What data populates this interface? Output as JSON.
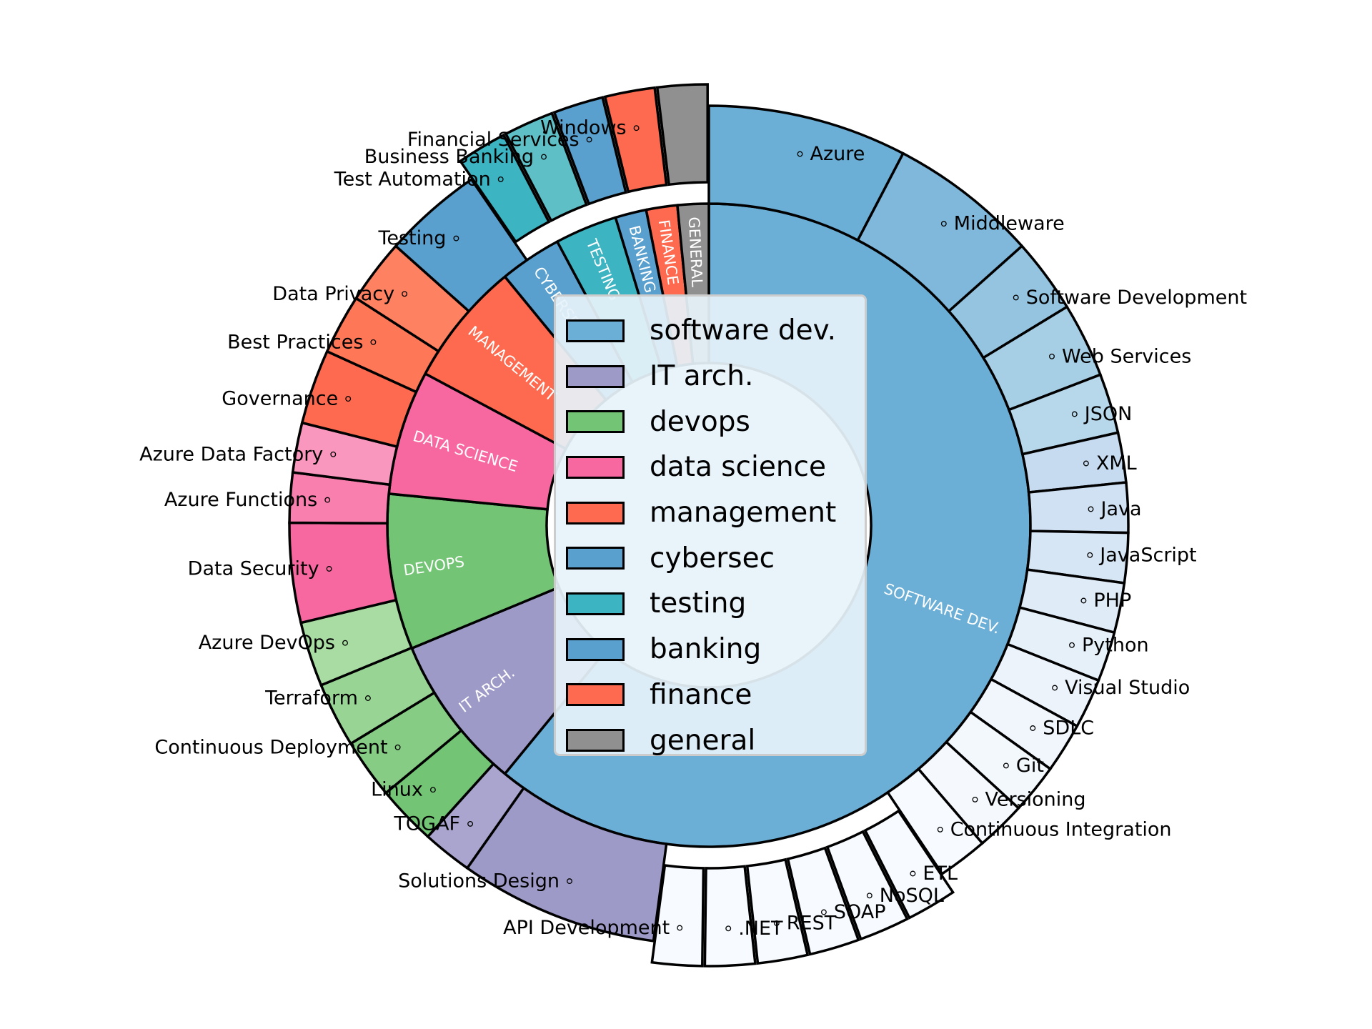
{
  "chart_data": {
    "type": "pie",
    "title": "",
    "start_angle_deg": 90,
    "direction": "clockwise",
    "inner_ring": {
      "labels_shown": [
        "SOFTWARE DEV.",
        "IT ARCH.",
        "DEVOPS",
        "DATA SCIENCE",
        "MANAGEMENT",
        "CYBERSEC",
        "TESTING",
        "BANKING",
        "FINANCE",
        "GENERAL"
      ],
      "categories": [
        {
          "key": "software_dev",
          "label": "SOFTWARE DEV.",
          "legend": "software dev.",
          "value": 39,
          "color": "#6baed6"
        },
        {
          "key": "it_arch",
          "label": "IT ARCH.",
          "legend": "IT arch.",
          "value": 5,
          "color": "#9e9ac8"
        },
        {
          "key": "devops",
          "label": "DEVOPS",
          "legend": "devops",
          "value": 5,
          "color": "#74c476"
        },
        {
          "key": "data_science",
          "label": "DATA SCIENCE",
          "legend": "data science",
          "value": 4,
          "color": "#f768a1"
        },
        {
          "key": "management",
          "label": "MANAGEMENT",
          "legend": "management",
          "value": 4,
          "color": "#fe6a4f"
        },
        {
          "key": "cybersec",
          "label": "CYBERSEC",
          "legend": "cybersec",
          "value": 2,
          "color": "#5aa0ce"
        },
        {
          "key": "testing",
          "label": "TESTING",
          "legend": "testing",
          "value": 2,
          "color": "#3cb4c2"
        },
        {
          "key": "banking",
          "label": "BANKING",
          "legend": "banking",
          "value": 1,
          "color": "#5aa0ce"
        },
        {
          "key": "finance",
          "label": "FINANCE",
          "legend": "finance",
          "value": 1,
          "color": "#fe6a4f"
        },
        {
          "key": "general",
          "label": "GENERAL",
          "legend": "general",
          "value": 1,
          "color": "#909090"
        }
      ]
    },
    "outer_ring": [
      {
        "label": "Azure",
        "value": 4,
        "category": "software_dev",
        "color": "#6baed6",
        "explode": false
      },
      {
        "label": "Middleware",
        "value": 3,
        "category": "software_dev",
        "color": "#7fb8da",
        "explode": false
      },
      {
        "label": "Software Development",
        "value": 1.5,
        "category": "software_dev",
        "color": "#94c4df",
        "explode": false
      },
      {
        "label": "Web Services",
        "value": 1.5,
        "category": "software_dev",
        "color": "#a6cee4",
        "explode": false
      },
      {
        "label": "JSON",
        "value": 1.2,
        "category": "software_dev",
        "color": "#b7d7ea",
        "explode": false
      },
      {
        "label": "XML",
        "value": 1,
        "category": "software_dev",
        "color": "#c6dbef",
        "explode": false
      },
      {
        "label": "Java",
        "value": 1,
        "category": "software_dev",
        "color": "#cfe1f2",
        "explode": false
      },
      {
        "label": "JavaScript",
        "value": 1,
        "category": "software_dev",
        "color": "#d7e6f5",
        "explode": false
      },
      {
        "label": "PHP",
        "value": 1,
        "category": "software_dev",
        "color": "#dfebf7",
        "explode": false
      },
      {
        "label": "Python",
        "value": 1,
        "category": "software_dev",
        "color": "#e6f0f9",
        "explode": false
      },
      {
        "label": "Visual Studio",
        "value": 1,
        "category": "software_dev",
        "color": "#ecf3fb",
        "explode": false
      },
      {
        "label": "SDLC",
        "value": 1,
        "category": "software_dev",
        "color": "#f0f6fc",
        "explode": false
      },
      {
        "label": "Git",
        "value": 1,
        "category": "software_dev",
        "color": "#f3f8fd",
        "explode": false
      },
      {
        "label": "Versioning",
        "value": 1,
        "category": "software_dev",
        "color": "#f5f9fe",
        "explode": false
      },
      {
        "label": "Continuous Integration",
        "value": 1,
        "category": "software_dev",
        "color": "#f7fbff",
        "explode": false
      },
      {
        "label": "ETL",
        "value": 1,
        "category": "software_dev",
        "color": "#f7fbff",
        "explode": true
      },
      {
        "label": "NoSQL",
        "value": 1,
        "category": "software_dev",
        "color": "#f7fbff",
        "explode": true
      },
      {
        "label": "SOAP",
        "value": 1,
        "category": "software_dev",
        "color": "#f7fbff",
        "explode": true
      },
      {
        "label": "REST",
        "value": 1,
        "category": "software_dev",
        "color": "#f7fbff",
        "explode": true
      },
      {
        "label": ".NET",
        "value": 1,
        "category": "software_dev",
        "color": "#f7fbff",
        "explode": true
      },
      {
        "label": "API Development",
        "value": 1,
        "category": "software_dev",
        "color": "#f7fbff",
        "explode": true
      },
      {
        "label": "Solutions Design",
        "value": 4,
        "category": "it_arch",
        "color": "#9e9ac8",
        "explode": false
      },
      {
        "label": "TOGAF",
        "value": 1,
        "category": "it_arch",
        "color": "#a9a5ce",
        "explode": false
      },
      {
        "label": "Linux",
        "value": 1.2,
        "category": "devops",
        "color": "#74c476",
        "explode": false
      },
      {
        "label": "Continuous Deployment",
        "value": 1.2,
        "category": "devops",
        "color": "#86cc85",
        "explode": false
      },
      {
        "label": "Terraform",
        "value": 1.3,
        "category": "devops",
        "color": "#98d594",
        "explode": false
      },
      {
        "label": "Azure DevOps",
        "value": 1.3,
        "category": "devops",
        "color": "#a8dca2",
        "explode": false
      },
      {
        "label": "Data Security",
        "value": 2,
        "category": "data_science",
        "color": "#f768a1",
        "explode": false
      },
      {
        "label": "Azure Functions",
        "value": 1,
        "category": "data_science",
        "color": "#f87fae",
        "explode": false
      },
      {
        "label": "Azure Data Factory",
        "value": 1,
        "category": "data_science",
        "color": "#fa97be",
        "explode": false
      },
      {
        "label": "Governance",
        "value": 1.5,
        "category": "management",
        "color": "#fe6a4f",
        "explode": false
      },
      {
        "label": "Best Practices",
        "value": 1.2,
        "category": "management",
        "color": "#fe7757",
        "explode": false
      },
      {
        "label": "Data Privacy",
        "value": 1.3,
        "category": "management",
        "color": "#fe8262",
        "explode": false
      },
      {
        "label": "Testing",
        "value": 2,
        "category": "cybersec",
        "color": "#5aa0ce",
        "explode": false
      },
      {
        "label": "Test Automation",
        "value": 1,
        "category": "testing",
        "color": "#3cb4c2",
        "explode": true
      },
      {
        "label": "Business Banking",
        "value": 1,
        "category": "testing",
        "color": "#5ec0c6",
        "explode": true
      },
      {
        "label": "Financial Services",
        "value": 1,
        "category": "banking",
        "color": "#5aa0ce",
        "explode": true
      },
      {
        "label": "Windows",
        "value": 1,
        "category": "finance",
        "color": "#fe6a4f",
        "explode": true
      },
      {
        "label": "",
        "value": 1,
        "category": "general",
        "color": "#909090",
        "explode": true
      }
    ]
  }
}
